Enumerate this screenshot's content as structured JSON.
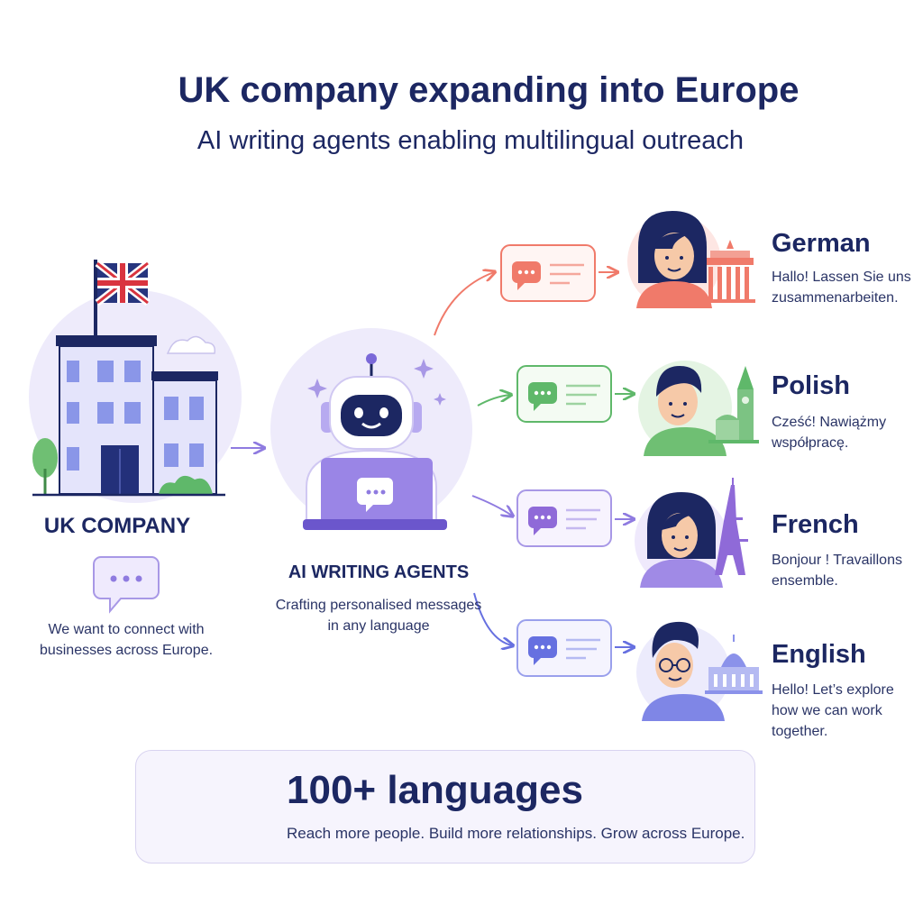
{
  "title": "UK company expanding into Europe",
  "subtitle": "AI writing agents enabling multilingual outreach",
  "uk": {
    "label": "UK COMPANY",
    "quote": "We want to connect with businesses across Europe."
  },
  "agents": {
    "label": "AI WRITING AGENTS",
    "description": "Crafting personalised messages in any language"
  },
  "languages": [
    {
      "name": "German",
      "message": "Hallo! Lassen Sie uns zusammenarbeiten.",
      "color": "#f07a6a",
      "landmark": "brandenburg-gate"
    },
    {
      "name": "Polish",
      "message": "Cześć! Nawiążmy współpracę.",
      "color": "#5fb86a",
      "landmark": "town-hall-tower"
    },
    {
      "name": "French",
      "message": "Bonjour ! Travaillons ensemble.",
      "color": "#8f6ad8",
      "landmark": "eiffel-tower"
    },
    {
      "name": "English",
      "message": "Hello! Let’s explore how we can work together.",
      "color": "#6670e0",
      "landmark": "palace"
    }
  ],
  "banner": {
    "title": "100+ languages",
    "text": "Reach more people. Build more relationships. Grow across Europe.",
    "icon": "globe-icon"
  },
  "colors": {
    "navy": "#1c2762",
    "lavender": "#ece9fb",
    "purple": "#8f7be0"
  }
}
